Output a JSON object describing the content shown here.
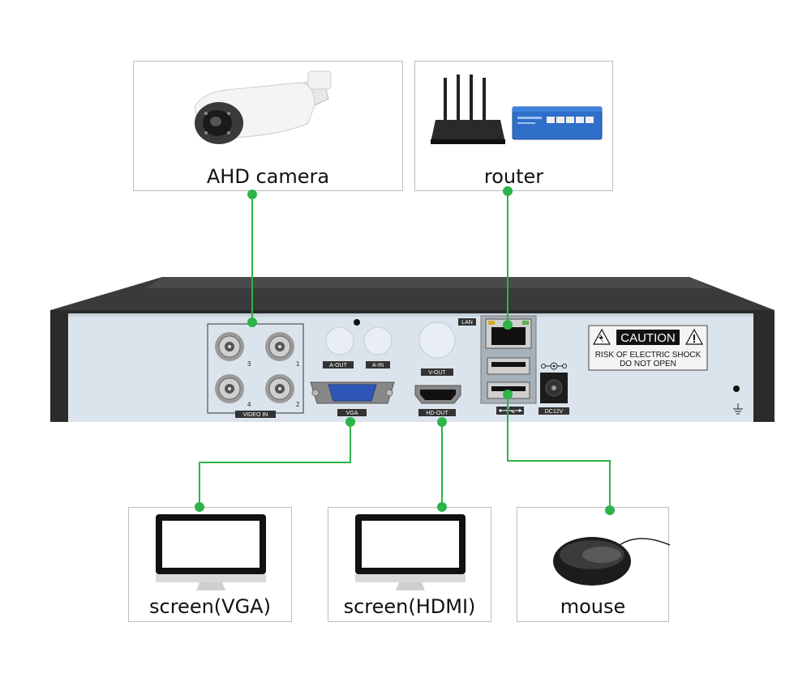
{
  "devices": {
    "camera": {
      "label": "AHD camera"
    },
    "router": {
      "label": "router"
    },
    "screen_vga": {
      "label": "screen(VGA)"
    },
    "screen_hdmi": {
      "label": "screen(HDMI)"
    },
    "mouse": {
      "label": "mouse"
    }
  },
  "dvr": {
    "ports": {
      "video_in": "VIDEO IN",
      "ch1": "1",
      "ch2": "2",
      "ch3": "3",
      "ch4": "4",
      "a_out": "A-OUT",
      "a_in": "A-IN",
      "v_out": "V-OUT",
      "vga": "VGA",
      "hd_out": "HD-OUT",
      "lan": "LAN",
      "dc12v": "DC12V"
    },
    "caution": {
      "title": "CAUTION",
      "line1": "RISK OF ELECTRIC SHOCK",
      "line2": "DO NOT OPEN"
    }
  },
  "colors": {
    "connector": "#2db34a",
    "panel": "#dbe4ec",
    "chassis": "#2b2b2b"
  }
}
